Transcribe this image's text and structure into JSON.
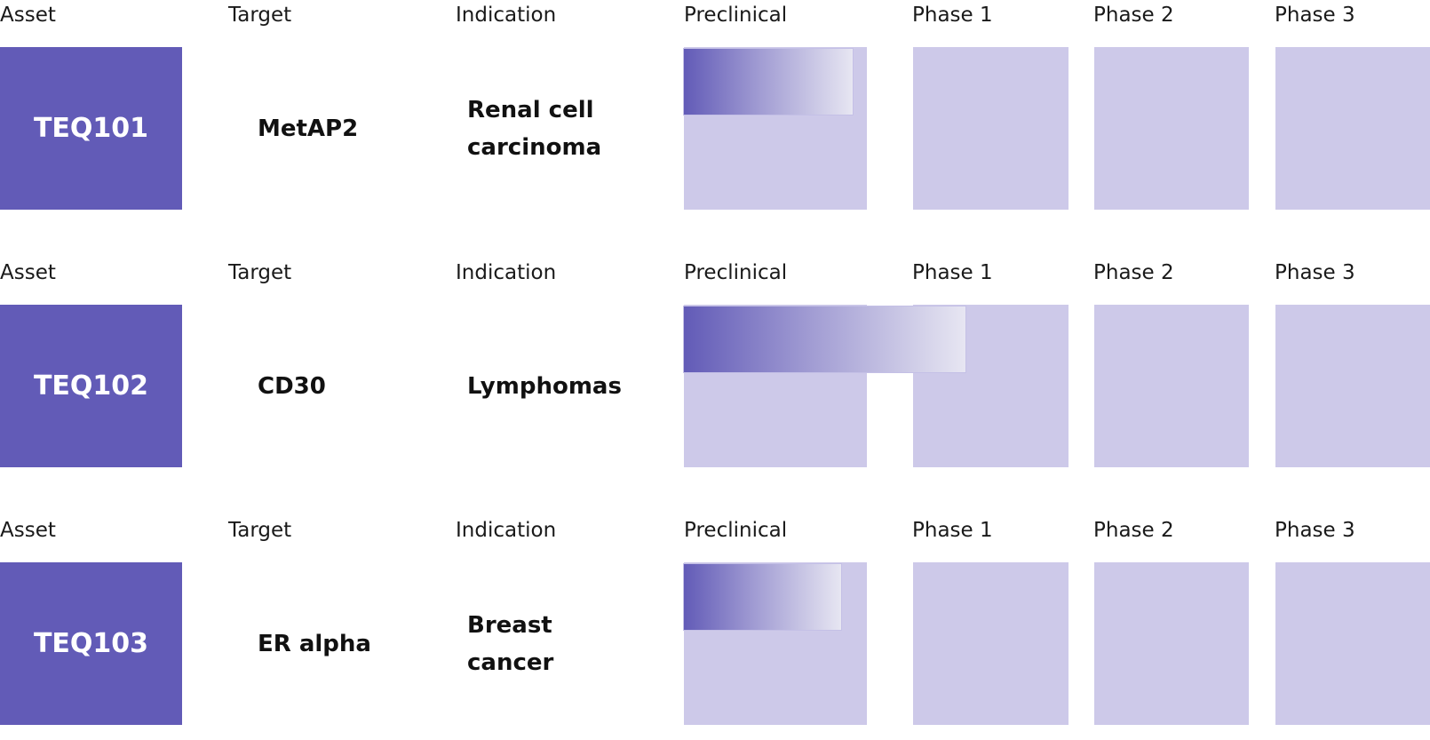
{
  "headers": {
    "asset": "Asset",
    "target": "Target",
    "indication": "Indication",
    "preclinical": "Preclinical",
    "phase1": "Phase 1",
    "phase2": "Phase 2",
    "phase3": "Phase 3"
  },
  "rows": [
    {
      "asset": "TEQ101",
      "target": "MetAP2",
      "indication_line1": "Renal cell",
      "indication_line2": "carcinoma",
      "progress_phases": 0.92
    },
    {
      "asset": "TEQ102",
      "target": "CD30",
      "indication_line1": "Lymphomas",
      "indication_line2": "",
      "progress_phases": 1.29
    },
    {
      "asset": "TEQ103",
      "target": "ER alpha",
      "indication_line1": "Breast",
      "indication_line2": "cancer",
      "progress_phases": 0.86
    }
  ],
  "colors": {
    "asset_box": "#625bb7",
    "phase_cell": "#cdc9e9",
    "bar_start": "#625bb7",
    "bar_end": "#e7e6f2"
  },
  "chart_data": {
    "type": "bar",
    "categories": [
      "TEQ101",
      "TEQ102",
      "TEQ103"
    ],
    "stages": [
      "Preclinical",
      "Phase 1",
      "Phase 2",
      "Phase 3"
    ],
    "values": [
      0.92,
      1.29,
      0.86
    ],
    "value_unit": "stages completed",
    "orientation": "horizontal"
  }
}
